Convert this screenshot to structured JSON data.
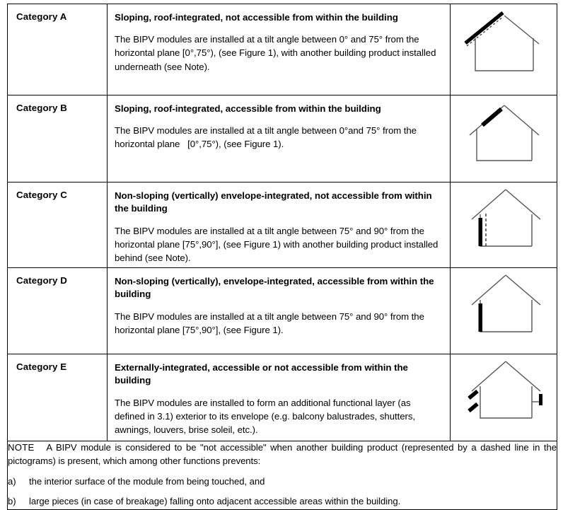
{
  "table": {
    "rows": [
      {
        "category": "Category A",
        "title": "Sloping, roof-integrated, not accessible from within the building",
        "body": "The BIPV modules are installed at a tilt angle between 0° and 75° from the horizontal plane [0°,75°), (see Figure 1), with another building product installed underneath (see Note).",
        "pictogram": "house-roof-left-slope-with-dashed-underlay-icon"
      },
      {
        "category": "Category B",
        "title": "Sloping, roof-integrated, accessible from within the building",
        "body": "The BIPV modules are installed at a tilt angle between 0°and 75° from the horizontal plane   [0°,75°), (see Figure 1).",
        "pictogram": "house-roof-left-slope-upper-icon"
      },
      {
        "category": "Category C",
        "title": "Non-sloping (vertically) envelope-integrated, not accessible from within the building",
        "body": "The BIPV modules are installed at a tilt angle between 75° and 90° from the horizontal plane [75°,90°], (see Figure 1) with another building product installed behind (see Note).",
        "pictogram": "house-left-wall-with-dashed-backing-icon"
      },
      {
        "category": "Category D",
        "title": "Non-sloping (vertically), envelope-integrated, accessible from within the building",
        "body": "The BIPV modules are installed at a tilt angle between 75° and 90° from the horizontal plane [75°,90°], (see Figure 1).",
        "pictogram": "house-left-wall-icon"
      },
      {
        "category": "Category E",
        "title": "Externally-integrated, accessible or not accessible from within the building",
        "body": "The BIPV modules are installed to form an additional functional layer (as defined in 3.1) exterior to its envelope (e.g. balcony balustrades, shutters, awnings, louvers, brise soleil, etc.).",
        "pictogram": "house-external-louvers-and-shutter-icon"
      }
    ]
  },
  "note": {
    "label": "NOTE",
    "text": "A BIPV module is considered to be \"not accessible\" when another building product (represented by a dashed line in the pictograms) is present, which among other functions prevents:",
    "items": [
      {
        "marker": "a)",
        "text": "the interior surface of the module from being touched, and"
      },
      {
        "marker": "b)",
        "text": "large pieces (in case of breakage) falling onto adjacent accessible areas within the building."
      }
    ]
  },
  "colors": {
    "border": "#000000",
    "text": "#000000",
    "module": "#000000",
    "outline": "#555555",
    "background": "#ffffff"
  }
}
